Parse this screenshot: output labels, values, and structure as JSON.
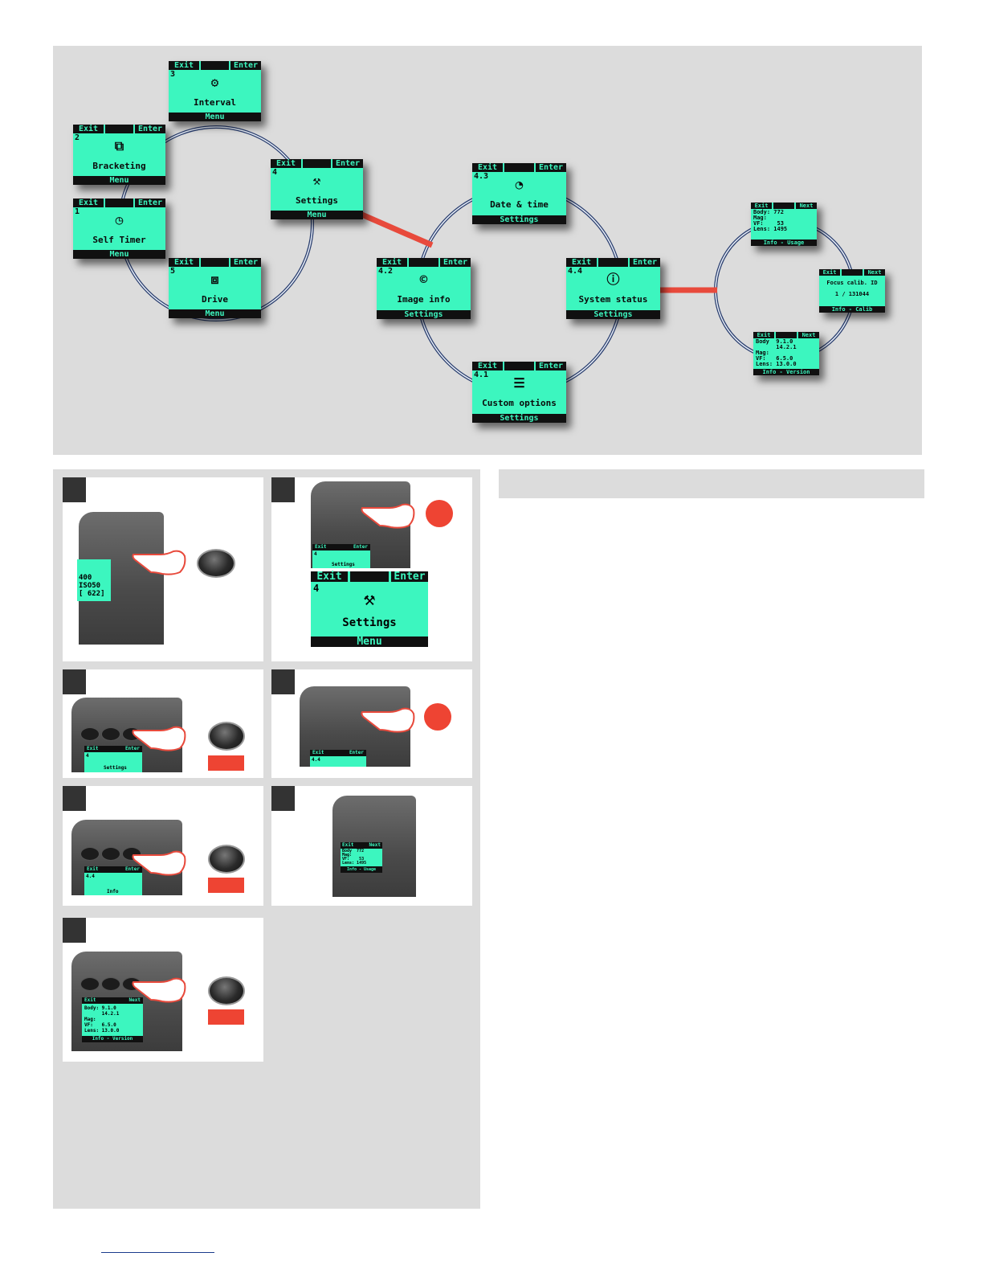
{
  "diagram": {
    "colors": {
      "lcd": "#3cf6bf",
      "link": "#e84a3c",
      "ring": "#2a3e6e"
    },
    "menu_screens": [
      {
        "id": "interval",
        "exit": "Exit",
        "enter": "Enter",
        "number": "3",
        "icon": "interval-icon",
        "label": "Interval",
        "footer": "Menu"
      },
      {
        "id": "bracketing",
        "exit": "Exit",
        "enter": "Enter",
        "number": "2",
        "icon": "bracketing-icon",
        "label": "Bracketing",
        "footer": "Menu"
      },
      {
        "id": "self-timer",
        "exit": "Exit",
        "enter": "Enter",
        "number": "1",
        "icon": "self-timer-icon",
        "label": "Self Timer",
        "footer": "Menu"
      },
      {
        "id": "drive",
        "exit": "Exit",
        "enter": "Enter",
        "number": "5",
        "icon": "drive-icon",
        "label": "Drive",
        "footer": "Menu"
      },
      {
        "id": "settings",
        "exit": "Exit",
        "enter": "Enter",
        "number": "4",
        "icon": "settings-icon",
        "label": "Settings",
        "footer": "Menu"
      }
    ],
    "settings_screens": [
      {
        "id": "date-time",
        "exit": "Exit",
        "enter": "Enter",
        "number": "4.3",
        "icon": "clock-icon",
        "label": "Date & time",
        "footer": "Settings"
      },
      {
        "id": "image-info",
        "exit": "Exit",
        "enter": "Enter",
        "number": "4.2",
        "icon": "copyright-icon",
        "label": "Image info",
        "footer": "Settings"
      },
      {
        "id": "system-status",
        "exit": "Exit",
        "enter": "Enter",
        "number": "4.4",
        "icon": "info-icon",
        "label": "System status",
        "footer": "Settings"
      },
      {
        "id": "custom-options",
        "exit": "Exit",
        "enter": "Enter",
        "number": "4.1",
        "icon": "sliders-icon",
        "label": "Custom options",
        "footer": "Settings"
      }
    ],
    "info_screens": {
      "usage": {
        "exit": "Exit",
        "next": "Next",
        "lines": "Body: 772\nMag:\nVF:    53\nLens: 1495",
        "footer": "Info - Usage"
      },
      "calib": {
        "exit": "Exit",
        "next": "Next",
        "line1": "Focus calib. ID",
        "line2": "1 / 131044",
        "footer": "Info - Calib"
      },
      "version": {
        "exit": "Exit",
        "next": "Next",
        "lines": "Body  9.1.0\n      14.2.1\nMag:\nVF:   6.5.0\nLens: 13.0.0",
        "footer": "Info - Version"
      }
    }
  },
  "steps": {
    "step1_screen": {
      "lines": "400\nISO50\n[ 622]"
    },
    "step2_small": {
      "exit": "Exit",
      "enter": "Enter",
      "number": "4",
      "label": "Settings"
    },
    "step2_big": {
      "exit": "Exit",
      "enter": "Enter",
      "number": "4",
      "label": "Settings",
      "footer": "Menu"
    },
    "step3_screen": {
      "exit": "Exit",
      "enter": "Enter",
      "number": "4",
      "label": "Settings"
    },
    "step4_screen": {
      "exit": "Exit",
      "enter": "Enter",
      "number": "4.4"
    },
    "step5_screen": {
      "exit": "Exit",
      "enter": "Enter",
      "number": "4.4",
      "label": "Info"
    },
    "step6_screen": {
      "exit": "Exit",
      "next": "Next",
      "lines": "Body  772\nMag:\nVF:    53\nLens: 1495",
      "footer": "Info - Usage"
    },
    "step7_screen": {
      "exit": "Exit",
      "next": "Next",
      "lines": "Body: 9.1.0\n      14.2.1\nMag:\nVF:   6.5.0\nLens: 13.0.0",
      "footer": "Info - Version"
    }
  }
}
